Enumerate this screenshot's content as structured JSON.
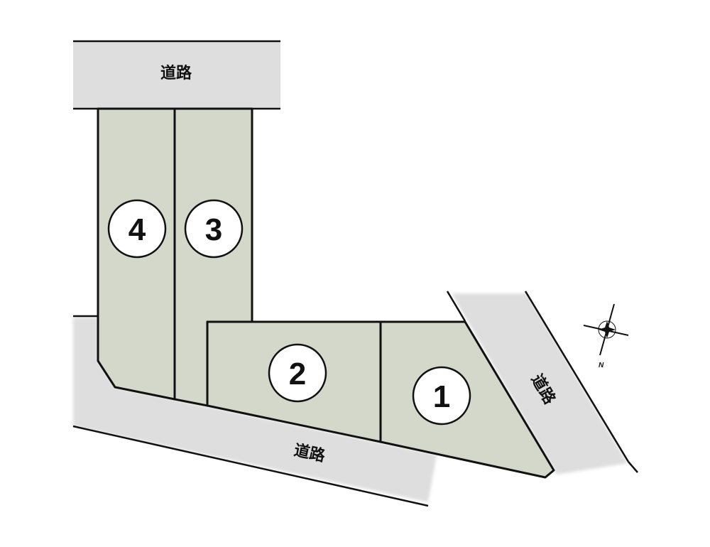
{
  "roads": [
    {
      "id": "north",
      "label": "道路"
    },
    {
      "id": "south",
      "label": "道路"
    },
    {
      "id": "east",
      "label": "道路"
    }
  ],
  "lots": [
    {
      "number": "1"
    },
    {
      "number": "2"
    },
    {
      "number": "3"
    },
    {
      "number": "4"
    }
  ],
  "compass": {
    "label": "N"
  },
  "colors": {
    "lot_fill": "#d3d8cb",
    "road_fill": "#dedede"
  }
}
